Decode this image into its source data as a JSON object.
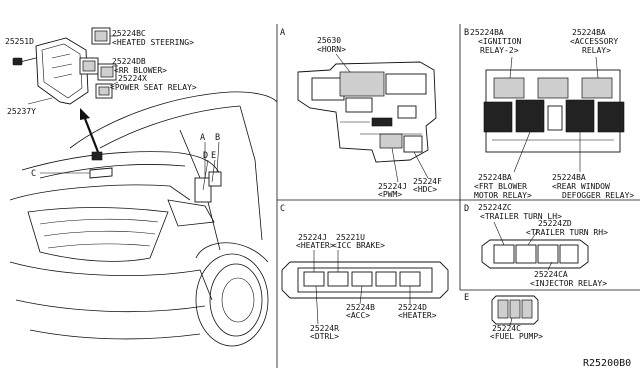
{
  "colors": {
    "line": "#111111",
    "background": "#ffffff"
  },
  "left": {
    "p_25251d": "25251D",
    "p_25224bc": "25224BC",
    "p_25224bc_desc": "<HEATED STEERING>",
    "p_25224db": "25224DB",
    "p_25224db_desc": "<RR BLOWER>",
    "p_25224x": "25224X",
    "p_25224x_desc": "<POWER SEAT RELAY>",
    "p_25237y": "25237Y",
    "marker_a": "A",
    "marker_b": "B",
    "marker_c": "C",
    "marker_d": "D",
    "marker_e": "E"
  },
  "panel_a": {
    "letter": "A",
    "p_25630": "25630",
    "p_25630_desc": "<HORN>",
    "p_25224j": "25224J",
    "p_25224j_desc": "<PWM>",
    "p_25224f": "25224F",
    "p_25224f_desc": "<HDC>"
  },
  "panel_b": {
    "letter": "B",
    "tl_part": "25224BA",
    "tl_desc1": "<IGNITION",
    "tl_desc2": "RELAY-2>",
    "tr_part": "25224BA",
    "tr_desc1": "<ACCESSORY",
    "tr_desc2": "RELAY>",
    "bl_part": "25224BA",
    "bl_desc1": "<FRT BLOWER",
    "bl_desc2": "MOTOR RELAY>",
    "br_part": "25224BA",
    "br_desc1": "<REAR WINDOW",
    "br_desc2": "DEFOGGER RELAY>"
  },
  "panel_c": {
    "letter": "C",
    "p_25224j": "25224J",
    "p_25224j_desc": "<HEATER>",
    "p_25221u": "25221U",
    "p_25221u_desc": "<ICC BRAKE>",
    "p_25224b": "25224B",
    "p_25224b_desc": "<ACC>",
    "p_25224d": "25224D",
    "p_25224d_desc": "<HEATER>",
    "p_25224r": "25224R",
    "p_25224r_desc": "<DTRL>"
  },
  "panel_d": {
    "letter": "D",
    "p_25224zc": "25224ZC",
    "p_25224zc_desc": "<TRAILER TURN LH>",
    "p_25224zd": "25224ZD",
    "p_25224zd_desc": "<TRAILER TURN RH>",
    "p_25224ca": "25224CA",
    "p_25224ca_desc": "<INJECTOR RELAY>"
  },
  "panel_e": {
    "letter": "E",
    "p_25224c": "25224C",
    "p_25224c_desc": "<FUEL PUMP>"
  },
  "reference": "R25200B0"
}
